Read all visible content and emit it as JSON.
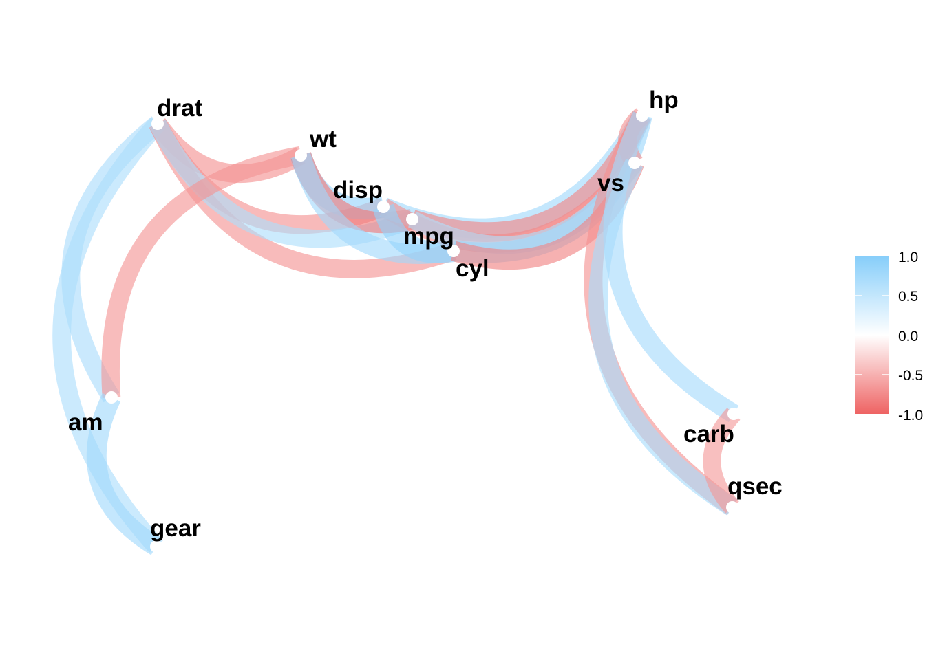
{
  "nodes": [
    {
      "id": "drat",
      "label": "drat"
    },
    {
      "id": "wt",
      "label": "wt"
    },
    {
      "id": "disp",
      "label": "disp"
    },
    {
      "id": "mpg",
      "label": "mpg"
    },
    {
      "id": "cyl",
      "label": "cyl"
    },
    {
      "id": "hp",
      "label": "hp"
    },
    {
      "id": "vs",
      "label": "vs"
    },
    {
      "id": "carb",
      "label": "carb"
    },
    {
      "id": "qsec",
      "label": "qsec"
    },
    {
      "id": "am",
      "label": "am"
    },
    {
      "id": "gear",
      "label": "gear"
    }
  ],
  "edges": [
    {
      "from": "drat",
      "to": "wt",
      "r": -0.71
    },
    {
      "from": "drat",
      "to": "am",
      "r": 0.71
    },
    {
      "from": "drat",
      "to": "gear",
      "r": 0.7
    },
    {
      "from": "drat",
      "to": "disp",
      "r": -0.71
    },
    {
      "from": "drat",
      "to": "cyl",
      "r": -0.7
    },
    {
      "from": "drat",
      "to": "mpg",
      "r": 0.68
    },
    {
      "from": "wt",
      "to": "am",
      "r": -0.69
    },
    {
      "from": "wt",
      "to": "disp",
      "r": 0.89
    },
    {
      "from": "wt",
      "to": "mpg",
      "r": -0.87
    },
    {
      "from": "wt",
      "to": "cyl",
      "r": 0.78
    },
    {
      "from": "disp",
      "to": "hp",
      "r": 0.79
    },
    {
      "from": "disp",
      "to": "vs",
      "r": -0.71
    },
    {
      "from": "disp",
      "to": "cyl",
      "r": 0.9
    },
    {
      "from": "mpg",
      "to": "hp",
      "r": -0.78
    },
    {
      "from": "mpg",
      "to": "vs",
      "r": 0.66
    },
    {
      "from": "cyl",
      "to": "hp",
      "r": 0.83
    },
    {
      "from": "cyl",
      "to": "vs",
      "r": -0.81
    },
    {
      "from": "hp",
      "to": "vs",
      "r": -0.72
    },
    {
      "from": "hp",
      "to": "qsec",
      "r": -0.71
    },
    {
      "from": "hp",
      "to": "carb",
      "r": 0.75
    },
    {
      "from": "vs",
      "to": "qsec",
      "r": 0.74
    },
    {
      "from": "carb",
      "to": "qsec",
      "r": -0.66
    },
    {
      "from": "am",
      "to": "gear",
      "r": 0.79
    }
  ],
  "legend": {
    "ticks": [
      "1.0",
      "0.5",
      "0.0",
      "-0.5",
      "-1.0"
    ],
    "colors": {
      "positive": "#87cefa",
      "zero": "#ffffff",
      "negative": "#ee6363"
    }
  }
}
